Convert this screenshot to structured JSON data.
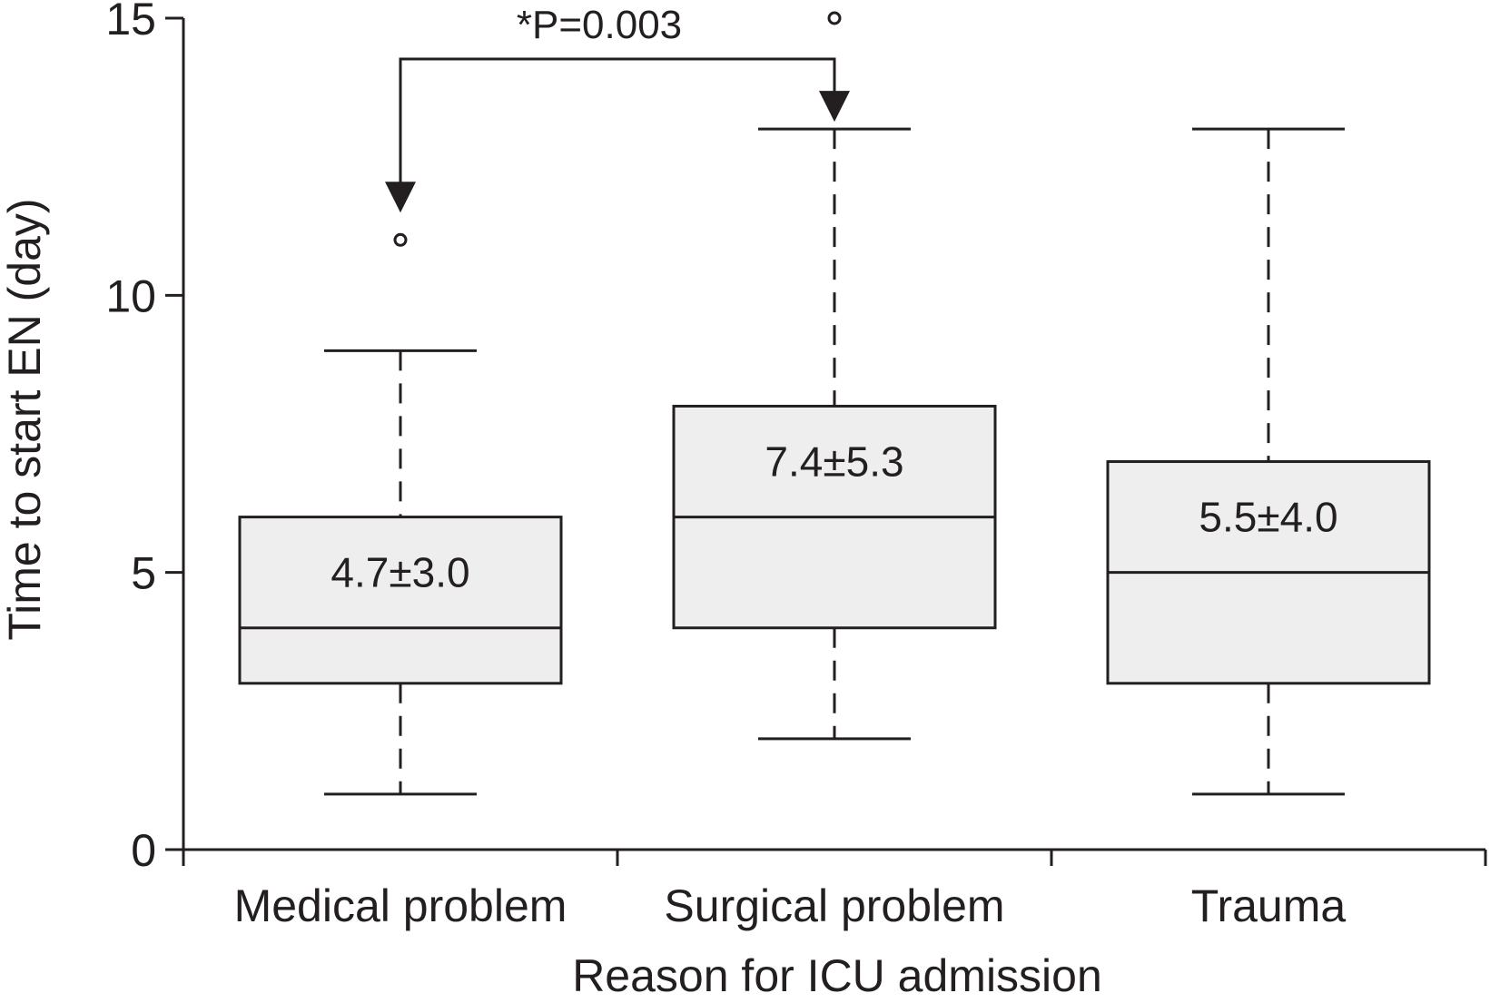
{
  "chart_data": {
    "type": "box",
    "xlabel": "Reason for ICU admission",
    "ylabel": "Time to start EN (day)",
    "ylim": [
      0,
      15
    ],
    "yticks": [
      0,
      5,
      10,
      15
    ],
    "categories": [
      "Medical problem",
      "Surgical problem",
      "Trauma"
    ],
    "boxes": [
      {
        "category": "Medical problem",
        "whisker_low": 1,
        "q1": 3,
        "median": 4,
        "q3": 6,
        "whisker_high": 9,
        "outliers": [
          11
        ],
        "label": "4.7±3.0"
      },
      {
        "category": "Surgical problem",
        "whisker_low": 2,
        "q1": 4,
        "median": 6,
        "q3": 8,
        "whisker_high": 13,
        "outliers": [
          15
        ],
        "label": "7.4±5.3"
      },
      {
        "category": "Trauma",
        "whisker_low": 1,
        "q1": 3,
        "median": 5,
        "q3": 7,
        "whisker_high": 13,
        "outliers": [],
        "label": "5.5±4.0"
      }
    ],
    "annotation": {
      "text": "*P=0.003",
      "from": "Medical problem",
      "to": "Surgical problem"
    },
    "grid": false,
    "colors": {
      "box_fill": "#eeeeee",
      "stroke": "#231f20"
    }
  }
}
